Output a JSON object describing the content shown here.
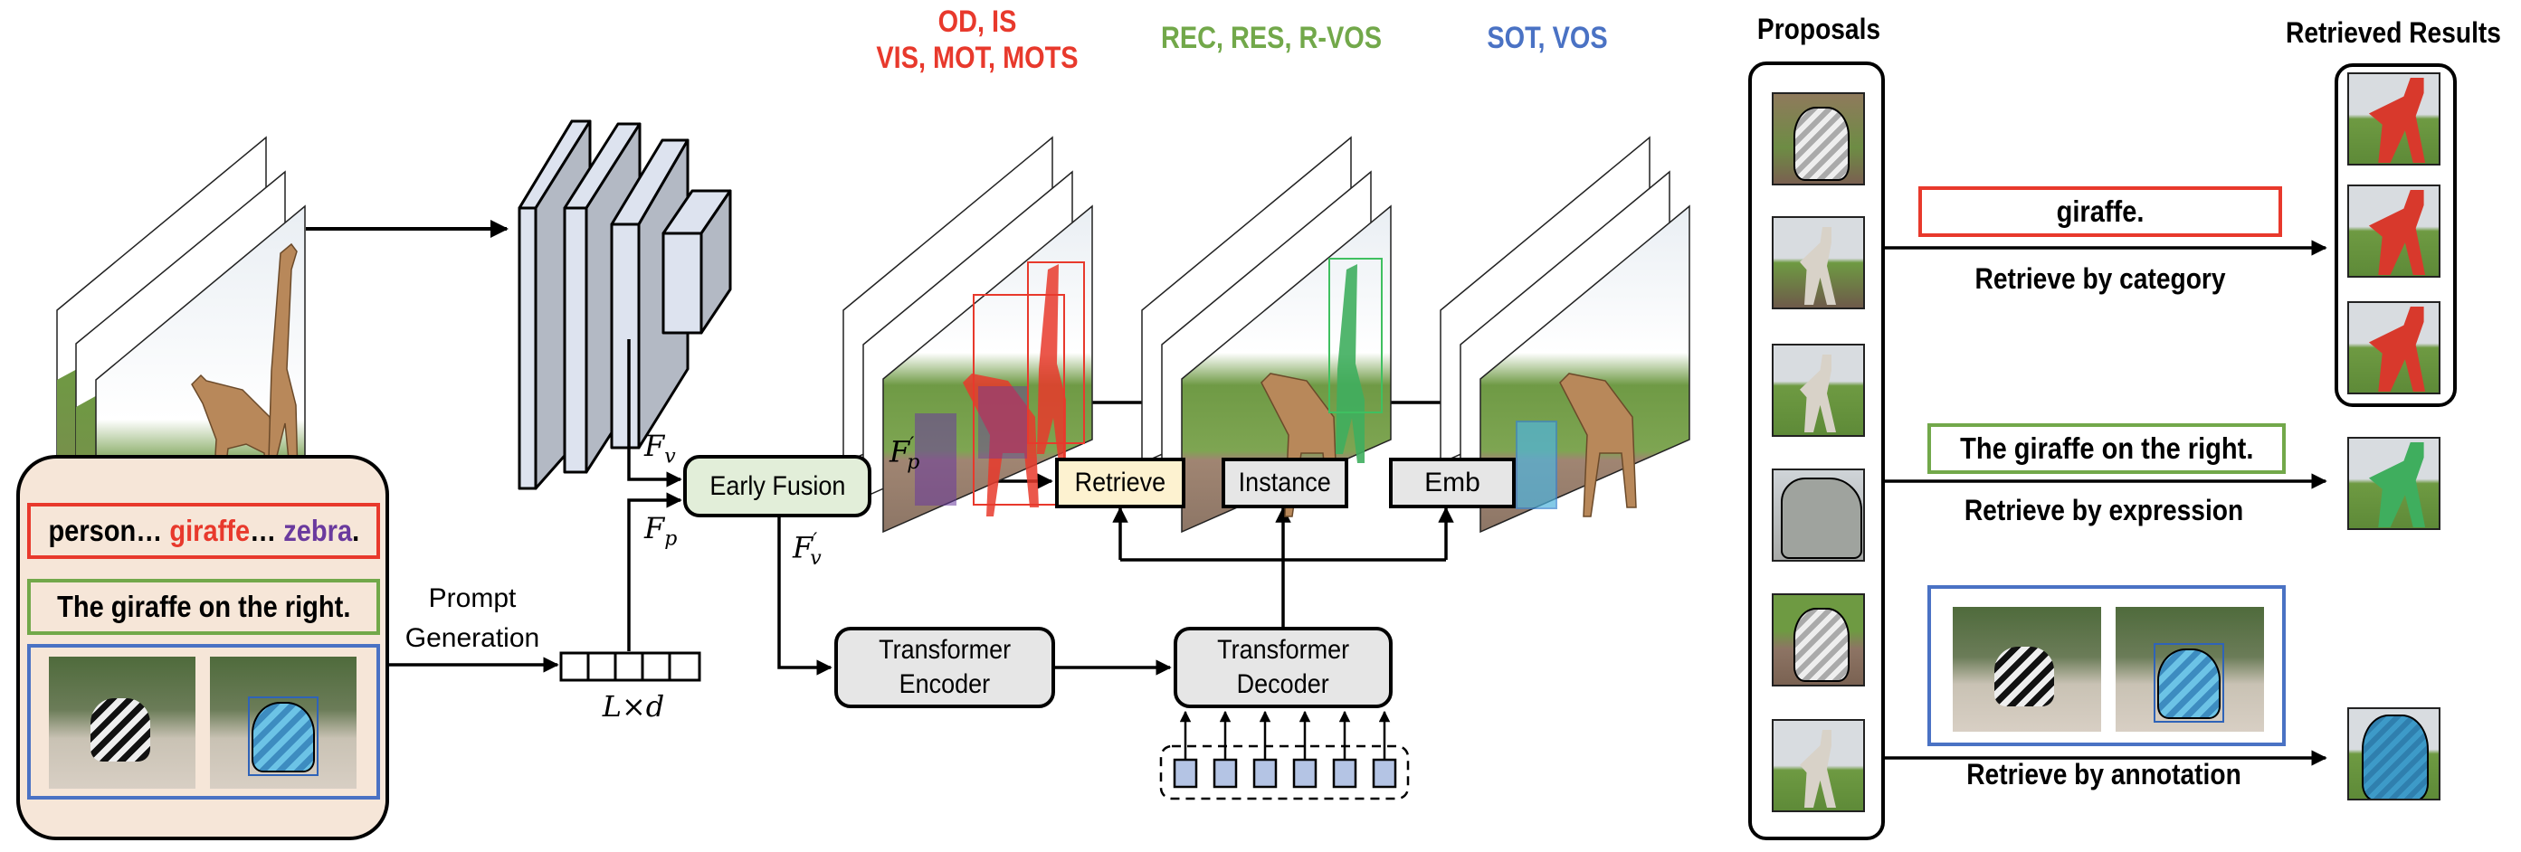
{
  "colors": {
    "red": "#e8392c",
    "green": "#72a84a",
    "blue": "#4a72c4",
    "purple": "#6a3a9e",
    "early_fusion_fill": "#e2eed9",
    "retrieve_fill": "#fdf2d0",
    "gray_fill": "#e6e6e6",
    "prompt_panel_fill": "#f6e6d8",
    "query_fill": "#b4c4e4",
    "backbone_front": "#dde3ef",
    "backbone_side": "#b3b9c4"
  },
  "input": {
    "video_label": "input video frames"
  },
  "prompt_panel": {
    "category_prompt": {
      "part1": "person… ",
      "part2": "giraffe",
      "part3": "… ",
      "part4": "zebra",
      "part5": "."
    },
    "expression_prompt": "The giraffe on the right.",
    "annotation_label": "reference image with annotated zebra mask"
  },
  "prompt_generation": {
    "line1": "Prompt",
    "line2": "Generation"
  },
  "tokens": {
    "count": 5,
    "shape_label": "L×d"
  },
  "features": {
    "fv": "F",
    "fv_sub": "v",
    "fp": "F",
    "fp_sub": "p",
    "fp_prime": "F",
    "fp_prime_sub": "p",
    "fv_prime": "F",
    "fv_prime_sub": "v",
    "prime": "′"
  },
  "modules": {
    "early_fusion": "Early Fusion",
    "retrieve": "Retrieve",
    "instance": "Instance",
    "emb": "Emb",
    "encoder_line1": "Transformer",
    "encoder_line2": "Encoder",
    "decoder_line1": "Transformer",
    "decoder_line2": "Decoder",
    "query_count": 6
  },
  "task_groups": [
    {
      "line1": "OD, IS",
      "line2": "VIS, MOT, MOTS",
      "color": "#e8392c"
    },
    {
      "line1": "REC, RES, R-VOS",
      "line2": "",
      "color": "#72a84a"
    },
    {
      "line1": "SOT, VOS",
      "line2": "",
      "color": "#4a72c4"
    }
  ],
  "proposals": {
    "title": "Proposals",
    "items": [
      "zebra proposal",
      "giraffe proposal",
      "giraffe proposal",
      "tree proposal",
      "zebra proposal",
      "giraffe proposal"
    ]
  },
  "retrieval": {
    "results_title": "Retrieved Results",
    "by_category": {
      "query": "giraffe.",
      "label": "Retrieve by category"
    },
    "by_expression": {
      "query": "The giraffe on the right.",
      "label": "Retrieve by expression"
    },
    "by_annotation": {
      "label": "Retrieve by annotation"
    }
  }
}
